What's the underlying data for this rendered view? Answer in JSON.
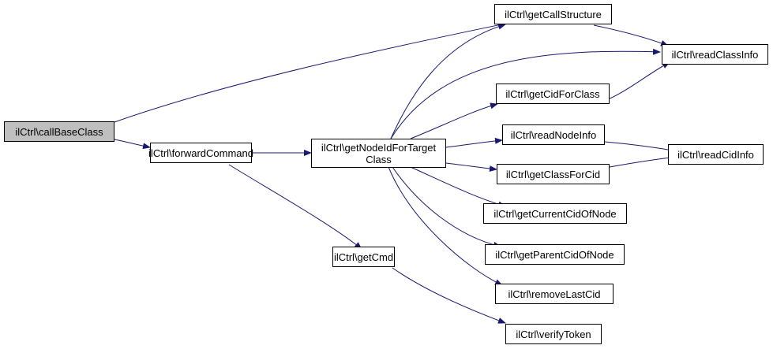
{
  "graph": {
    "edge_color": "#191970",
    "root_fill": "#bfbfbf",
    "nodes": {
      "callBaseClass": "ilCtrl\\callBaseClass",
      "forwardCommand": "ilCtrl\\forwardCommand",
      "getNodeIdForTargetClass_line1": "ilCtrl\\getNodeIdForTarget",
      "getNodeIdForTargetClass_line2": "Class",
      "getCmd": "ilCtrl\\getCmd",
      "verifyToken": "ilCtrl\\verifyToken",
      "getCallStructure": "ilCtrl\\getCallStructure",
      "readClassInfo": "ilCtrl\\readClassInfo",
      "getCidForClass": "ilCtrl\\getCidForClass",
      "readNodeInfo": "ilCtrl\\readNodeInfo",
      "readCidInfo": "ilCtrl\\readCidInfo",
      "getClassForCid": "ilCtrl\\getClassForCid",
      "getCurrentCidOfNode": "ilCtrl\\getCurrentCidOfNode",
      "getParentCidOfNode": "ilCtrl\\getParentCidOfNode",
      "removeLastCid": "ilCtrl\\removeLastCid"
    },
    "edges": [
      {
        "from": "callBaseClass",
        "to": "getCallStructure"
      },
      {
        "from": "callBaseClass",
        "to": "forwardCommand"
      },
      {
        "from": "forwardCommand",
        "to": "getNodeIdForTargetClass"
      },
      {
        "from": "forwardCommand",
        "to": "getCmd"
      },
      {
        "from": "getNodeIdForTargetClass",
        "to": "getCallStructure"
      },
      {
        "from": "getNodeIdForTargetClass",
        "to": "readClassInfo"
      },
      {
        "from": "getNodeIdForTargetClass",
        "to": "getCidForClass"
      },
      {
        "from": "getNodeIdForTargetClass",
        "to": "readNodeInfo"
      },
      {
        "from": "getNodeIdForTargetClass",
        "to": "getClassForCid"
      },
      {
        "from": "getNodeIdForTargetClass",
        "to": "getCurrentCidOfNode"
      },
      {
        "from": "getNodeIdForTargetClass",
        "to": "getParentCidOfNode"
      },
      {
        "from": "getNodeIdForTargetClass",
        "to": "removeLastCid"
      },
      {
        "from": "getCallStructure",
        "to": "readClassInfo"
      },
      {
        "from": "getCidForClass",
        "to": "readClassInfo"
      },
      {
        "from": "readNodeInfo",
        "to": "readCidInfo"
      },
      {
        "from": "getClassForCid",
        "to": "readCidInfo"
      },
      {
        "from": "getCmd",
        "to": "verifyToken"
      }
    ]
  }
}
